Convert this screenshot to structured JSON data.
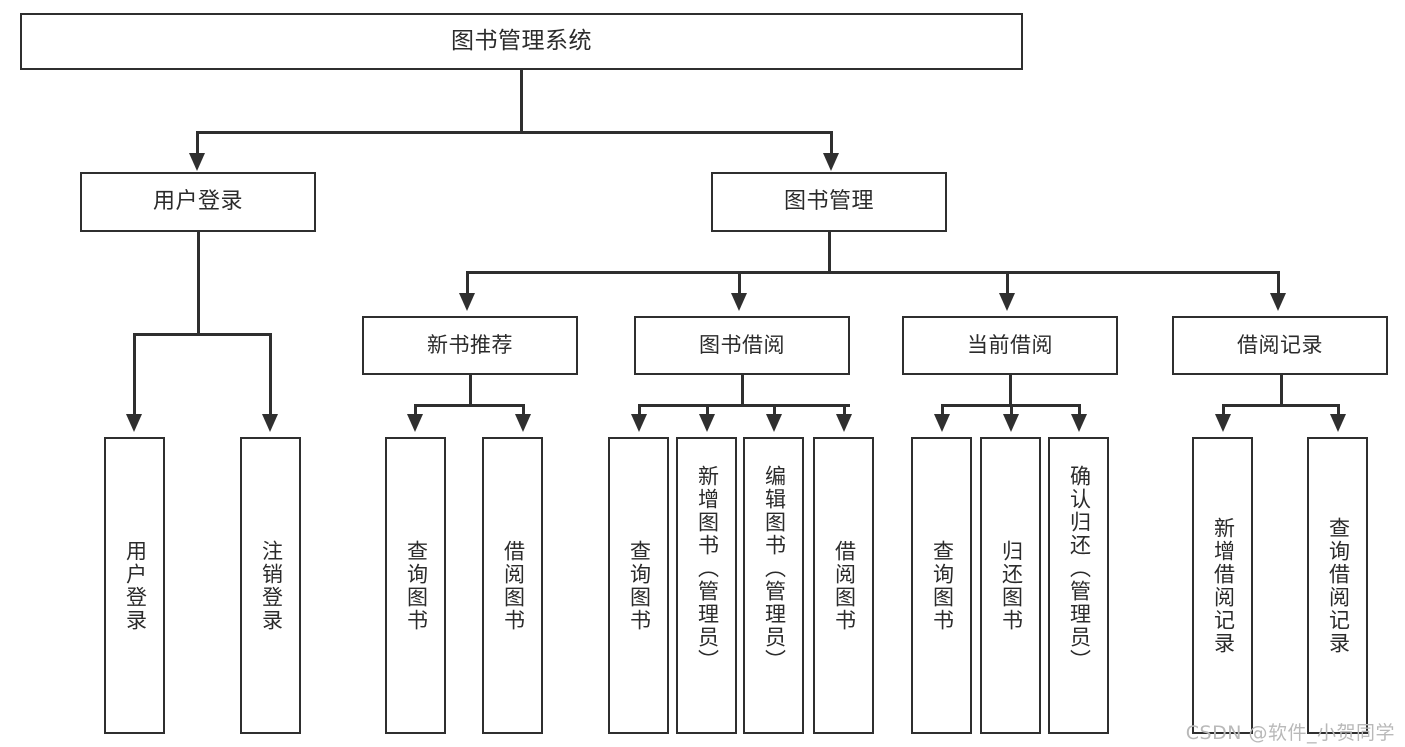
{
  "diagram": {
    "title": "图书管理系统",
    "type": "hierarchy-tree",
    "root": {
      "label": "图书管理系统"
    },
    "level2": [
      {
        "label": "用户登录"
      },
      {
        "label": "图书管理"
      }
    ],
    "level3": [
      {
        "label": "新书推荐"
      },
      {
        "label": "图书借阅"
      },
      {
        "label": "当前借阅"
      },
      {
        "label": "借阅记录"
      }
    ],
    "leaves": {
      "user_login": [
        {
          "label": "用户登录"
        },
        {
          "label": "注销登录"
        }
      ],
      "new_book_recommend": [
        {
          "label": "查询图书"
        },
        {
          "label": "借阅图书"
        }
      ],
      "book_borrow": [
        {
          "label": "查询图书"
        },
        {
          "label": "新增图书（管理员）"
        },
        {
          "label": "编辑图书（管理员）"
        },
        {
          "label": "借阅图书"
        }
      ],
      "current_borrow": [
        {
          "label": "查询图书"
        },
        {
          "label": "归还图书"
        },
        {
          "label": "确认归还（管理员）"
        }
      ],
      "borrow_record": [
        {
          "label": "新增借阅记录"
        },
        {
          "label": "查询借阅记录"
        }
      ]
    }
  },
  "watermark": {
    "text": "CSDN @软件_小贺同学"
  },
  "colors": {
    "stroke": "#2f2f2f",
    "text": "#2b2b2b",
    "background": "#ffffff",
    "watermark": "#b9b9b9"
  }
}
